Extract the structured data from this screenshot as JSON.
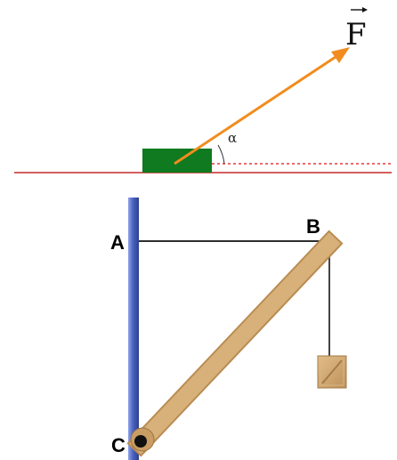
{
  "diagram": {
    "force_label": "F",
    "angle_label": "α",
    "point_a_label": "A",
    "point_b_label": "B",
    "point_c_label": "C",
    "colors": {
      "ground_line": "#c62828",
      "dashed_reference": "#e53935",
      "block": "#0f7a1f",
      "force_arrow": "#f28c1e",
      "wall": "#4b63c0",
      "beam": "#d8b07a",
      "beam_edge": "#b98c52",
      "rope": "#444444",
      "crate": "#c9a06e",
      "hinge": "#111111"
    },
    "icons": {
      "force_vector": "arrow-icon",
      "hanging_weight": "crate-icon"
    }
  }
}
